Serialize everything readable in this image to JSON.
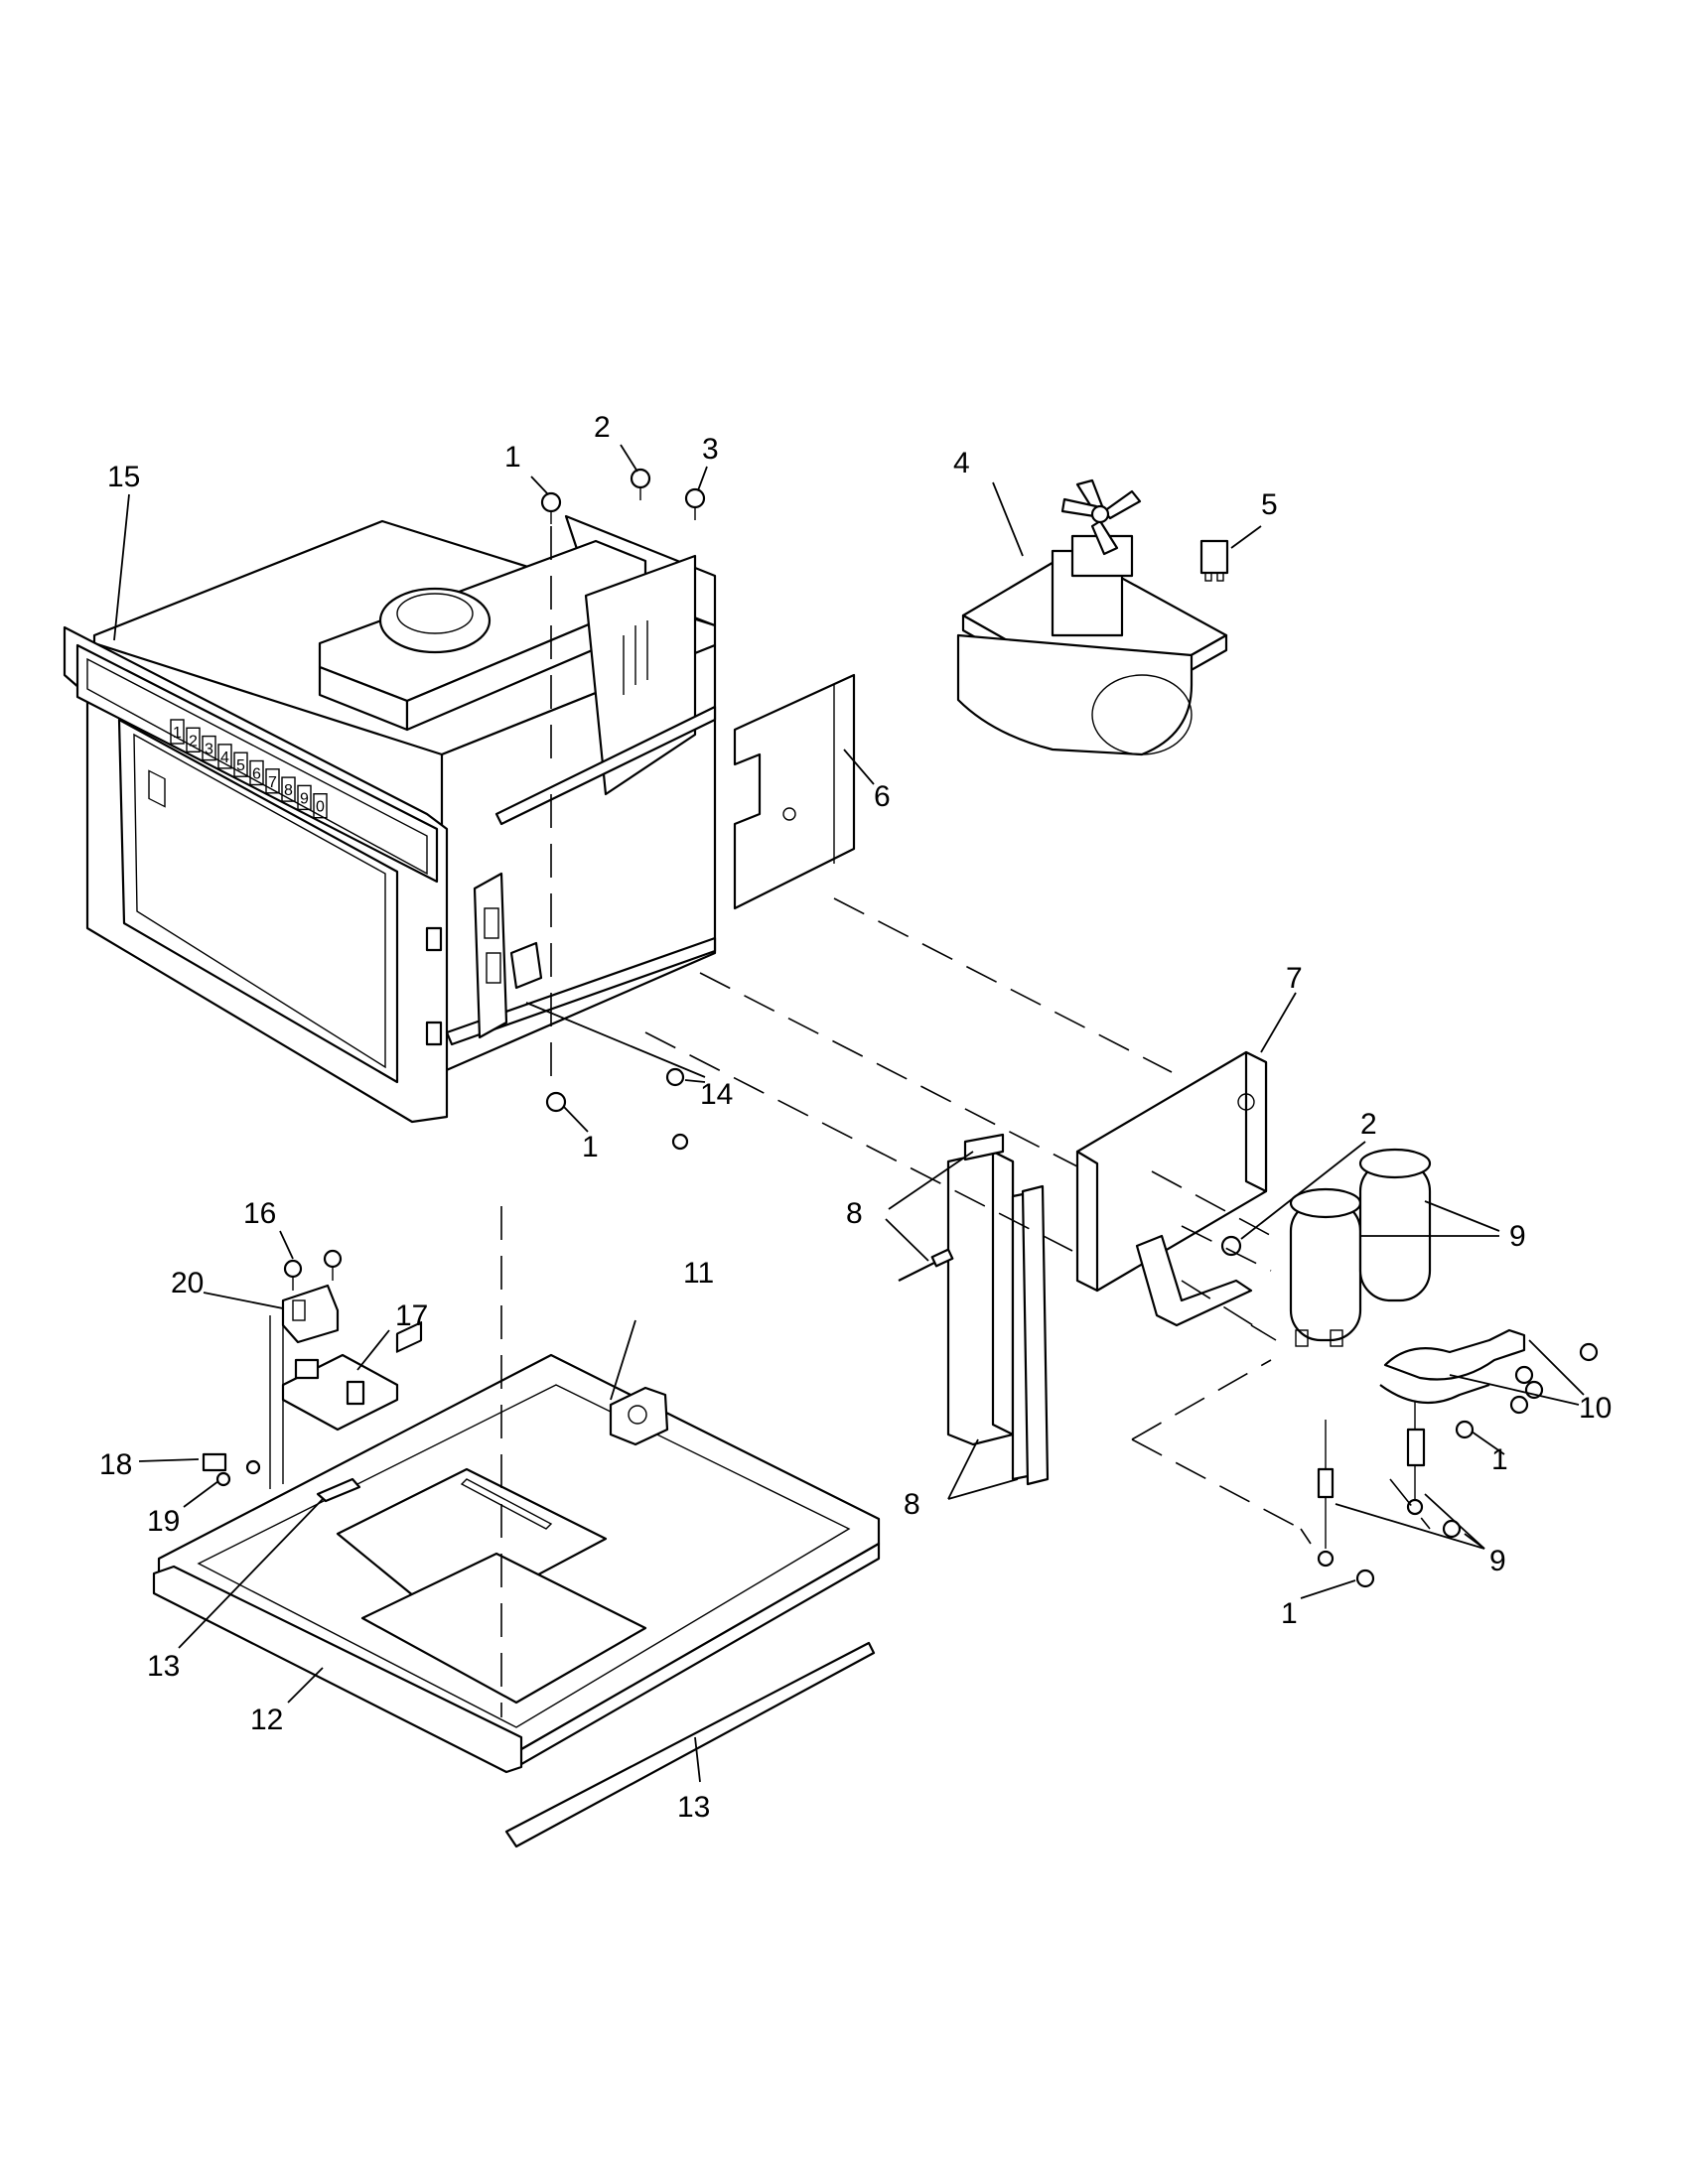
{
  "diagram": {
    "keypad_keys": [
      "1",
      "2",
      "3",
      "4",
      "5",
      "6",
      "7",
      "8",
      "9",
      "0"
    ],
    "callouts": [
      {
        "id": "c1a",
        "text": "1"
      },
      {
        "id": "c2a",
        "text": "2"
      },
      {
        "id": "c3",
        "text": "3"
      },
      {
        "id": "c4",
        "text": "4"
      },
      {
        "id": "c5",
        "text": "5"
      },
      {
        "id": "c6",
        "text": "6"
      },
      {
        "id": "c7",
        "text": "7"
      },
      {
        "id": "c15",
        "text": "15"
      },
      {
        "id": "c14",
        "text": "14"
      },
      {
        "id": "c1b",
        "text": "1"
      },
      {
        "id": "c2b",
        "text": "2"
      },
      {
        "id": "c9a",
        "text": "9"
      },
      {
        "id": "c8a",
        "text": "8"
      },
      {
        "id": "c16",
        "text": "16"
      },
      {
        "id": "c11",
        "text": "11"
      },
      {
        "id": "c20",
        "text": "20"
      },
      {
        "id": "c17",
        "text": "17"
      },
      {
        "id": "c10",
        "text": "10"
      },
      {
        "id": "c1c",
        "text": "1"
      },
      {
        "id": "c18",
        "text": "18"
      },
      {
        "id": "c19",
        "text": "19"
      },
      {
        "id": "c8b",
        "text": "8"
      },
      {
        "id": "c9b",
        "text": "9"
      },
      {
        "id": "c13a",
        "text": "13"
      },
      {
        "id": "c1d",
        "text": "1"
      },
      {
        "id": "c12",
        "text": "12"
      },
      {
        "id": "c13b",
        "text": "13"
      }
    ]
  }
}
